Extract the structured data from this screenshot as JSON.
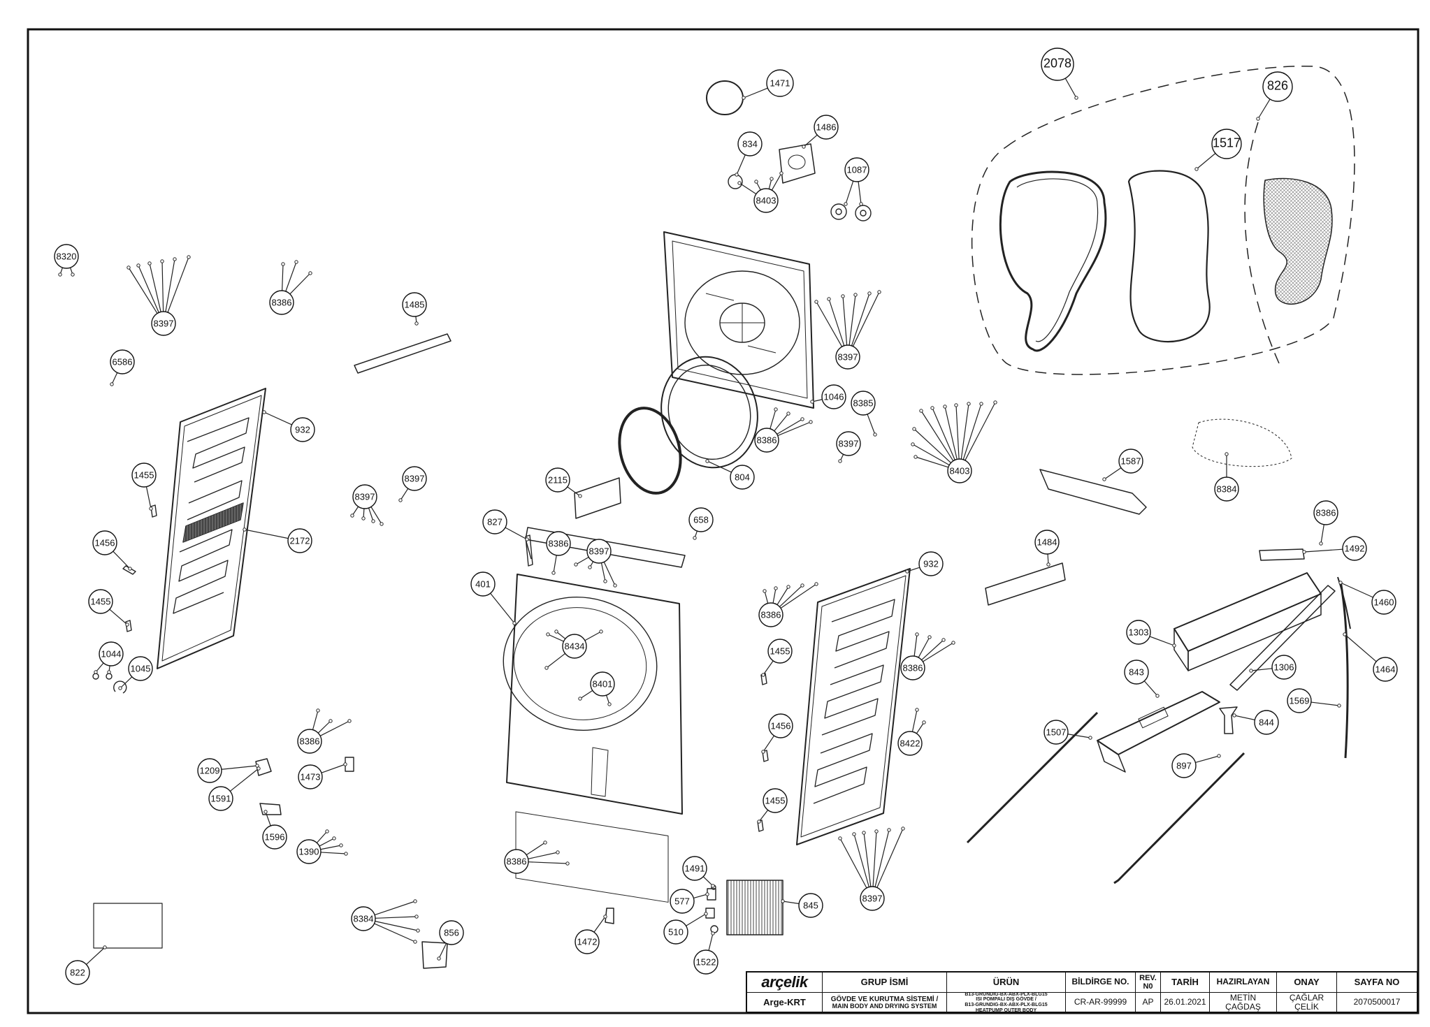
{
  "callouts": [
    {
      "label": "8320"
    },
    {
      "label": "8397"
    },
    {
      "label": "8386"
    },
    {
      "label": "1485"
    },
    {
      "label": "6586"
    },
    {
      "label": "932"
    },
    {
      "label": "1455"
    },
    {
      "label": "2172"
    },
    {
      "label": "1456"
    },
    {
      "label": "1455"
    },
    {
      "label": "1044"
    },
    {
      "label": "1045"
    },
    {
      "label": "8397"
    },
    {
      "label": "8397"
    },
    {
      "label": "8386"
    },
    {
      "label": "1209"
    },
    {
      "label": "1473"
    },
    {
      "label": "1591"
    },
    {
      "label": "1596"
    },
    {
      "label": "1390"
    },
    {
      "label": "822"
    },
    {
      "label": "8384"
    },
    {
      "label": "856"
    },
    {
      "label": "1471"
    },
    {
      "label": "834"
    },
    {
      "label": "1486"
    },
    {
      "label": "8403"
    },
    {
      "label": "1087"
    },
    {
      "label": "8397"
    },
    {
      "label": "1046"
    },
    {
      "label": "8385"
    },
    {
      "label": "8386"
    },
    {
      "label": "8397"
    },
    {
      "label": "804"
    },
    {
      "label": "2115"
    },
    {
      "label": "827"
    },
    {
      "label": "658"
    },
    {
      "label": "8386"
    },
    {
      "label": "8397"
    },
    {
      "label": "401"
    },
    {
      "label": "8434"
    },
    {
      "label": "8401"
    },
    {
      "label": "8386"
    },
    {
      "label": "1491"
    },
    {
      "label": "577"
    },
    {
      "label": "845"
    },
    {
      "label": "510"
    },
    {
      "label": "1472"
    },
    {
      "label": "1522"
    },
    {
      "label": "932"
    },
    {
      "label": "8386"
    },
    {
      "label": "1455"
    },
    {
      "label": "8386"
    },
    {
      "label": "1456"
    },
    {
      "label": "8422"
    },
    {
      "label": "1455"
    },
    {
      "label": "8397"
    },
    {
      "label": "8403"
    },
    {
      "label": "2078"
    },
    {
      "label": "826"
    },
    {
      "label": "1517"
    },
    {
      "label": "1587"
    },
    {
      "label": "8384"
    },
    {
      "label": "1484"
    },
    {
      "label": "8386"
    },
    {
      "label": "1492"
    },
    {
      "label": "1460"
    },
    {
      "label": "1303"
    },
    {
      "label": "1306"
    },
    {
      "label": "1464"
    },
    {
      "label": "843"
    },
    {
      "label": "1507"
    },
    {
      "label": "844"
    },
    {
      "label": "1569"
    },
    {
      "label": "897"
    }
  ],
  "title_block": {
    "brand": "arçelik",
    "dept": "Arge-KRT",
    "group_header": "GRUP İSMİ",
    "group_tr": "GÖVDE VE KURUTMA SİSTEMİ /",
    "group_en": "MAIN BODY AND DRYING SYSTEM",
    "product_header": "ÜRÜN",
    "product_1": "B13-GRUNDIG-BX-ABX-PLX-BLG15",
    "product_2": "ISI POMPALI DIŞ GÖVDE /",
    "product_3": "B13-GRUNDIG-BX-ABX-PLX-BLG15",
    "product_4": "HEATPUMP OUTER BODY",
    "doc_header": "BİLDİRGE NO.",
    "doc_value": "CR-AR-99999",
    "rev_header": "REV. N0",
    "rev_value": "AP",
    "date_header": "TARİH",
    "date_value": "26.01.2021",
    "prepared_header": "HAZIRLAYAN",
    "prepared_value": "METİN ÇAĞDAŞ",
    "approved_header": "ONAY",
    "approved_value": "ÇAĞLAR ÇELİK",
    "page_header": "SAYFA NO",
    "page_value": "2070500017"
  }
}
